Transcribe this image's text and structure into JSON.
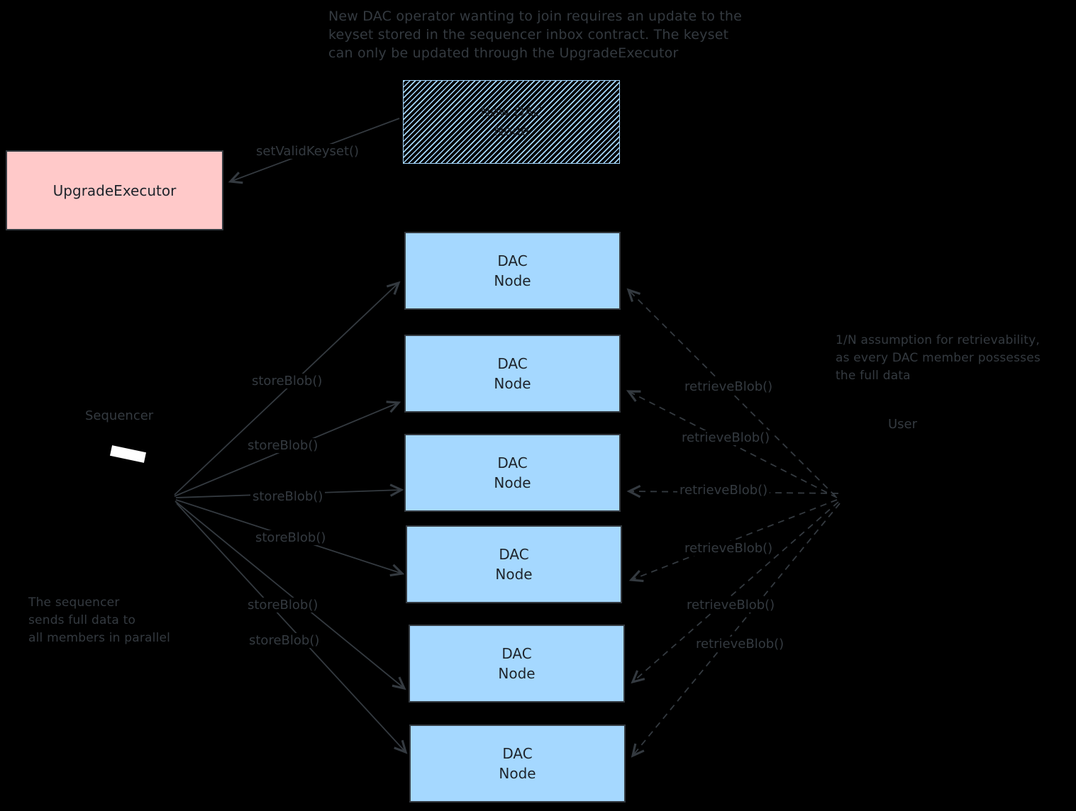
{
  "colors": {
    "background": "#000000",
    "ink": "#343a40",
    "node_fill": "#a5d8ff",
    "node_border": "#343a40",
    "upgrade_fill": "#ffc9c9",
    "box_text": "#1e242b",
    "hatch_text": "#1a2026",
    "icon_white": "#ffffff"
  },
  "annotations": {
    "top_note": "New DAC operator wanting to join requires an update to the\nkeyset stored in the sequencer inbox contract. The keyset\ncan only be updated through the UpgradeExecutor",
    "retrievability_note": "1/N assumption for retrievability,\nas every DAC member possesses\nthe full data",
    "parallel_note": "The sequencer\nsends full data to\nall members in parallel"
  },
  "boxes": {
    "upgrade_executor": "UpgradeExecutor",
    "new_dac_node": "New DAC\nNode"
  },
  "actors": {
    "sequencer": "Sequencer",
    "user": "User"
  },
  "edge_labels": {
    "set_valid_keyset": "setValidKeyset()",
    "store_blob": [
      "storeBlob()",
      "storeBlob()",
      "storeBlob()",
      "storeBlob()",
      "storeBlob()",
      "storeBlob()"
    ],
    "retrieve_blob": [
      "retrieveBlob()",
      "retrieveBlob()",
      "retrieveBlob()",
      "retrieveBlob()",
      "retrieveBlob()",
      "retrieveBlob()"
    ]
  },
  "dac_nodes": [
    {
      "label": "DAC\nNode"
    },
    {
      "label": "DAC\nNode"
    },
    {
      "label": "DAC\nNode"
    },
    {
      "label": "DAC\nNode"
    },
    {
      "label": "DAC\nNode"
    },
    {
      "label": "DAC\nNode"
    }
  ]
}
